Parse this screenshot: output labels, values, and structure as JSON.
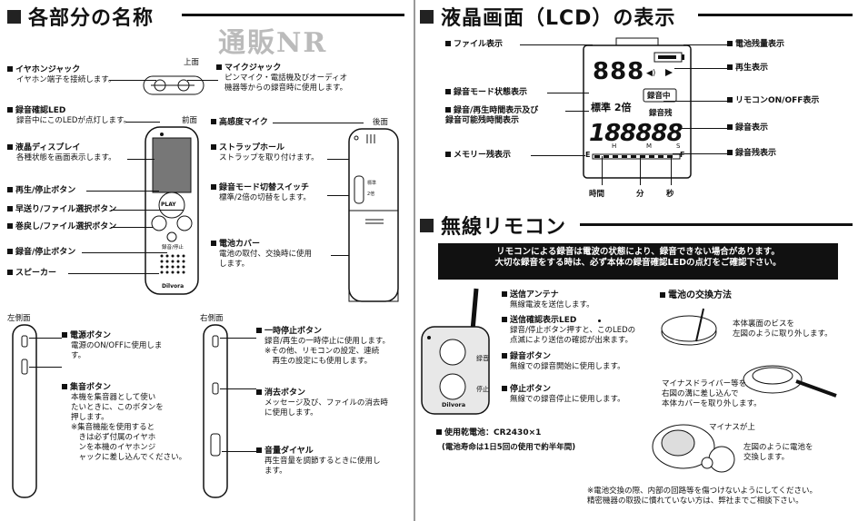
{
  "left": {
    "title": "各部分の名称",
    "watermark": "通販NR",
    "views": {
      "top": "上面",
      "front": "前面",
      "back": "後面",
      "left_side": "左側面",
      "right_side": "右側面"
    },
    "device_labels": {
      "play": "PLAY",
      "rec_stop": "録音/停止",
      "brand": "Dilvora",
      "switch_std": "標準",
      "switch_2x": "2倍"
    },
    "parts": {
      "earphone": {
        "label": "イヤホンジャック",
        "desc": "イヤホン端子を接続します。"
      },
      "mic_jack": {
        "label": "マイクジャック",
        "desc": "ピンマイク・電話機及びオーディオ\n機器等からの録音時に使用します。"
      },
      "rec_led": {
        "label": "録音確認LED",
        "desc": "録音中にこのLEDが点灯します。"
      },
      "hs_mic": {
        "label": "高感度マイク"
      },
      "lcd": {
        "label": "液晶ディスプレイ",
        "desc": "各種状態を画面表示します。"
      },
      "strap": {
        "label": "ストラップホール",
        "desc": "ストラップを取り付けます。"
      },
      "play_stop": {
        "label": "再生/停止ボタン"
      },
      "ff": {
        "label": "早送り/ファイル選択ボタン"
      },
      "mode_switch": {
        "label": "録音モード切替スイッチ",
        "desc": "標準/2倍の切替をします。"
      },
      "rew": {
        "label": "巻戻し/ファイル選択ボタン"
      },
      "rec_stop": {
        "label": "録音/停止ボタン"
      },
      "battery_cover": {
        "label": "電池カバー",
        "desc": "電池の取付、交換時に使用\nします。"
      },
      "speaker": {
        "label": "スピーカー"
      },
      "power": {
        "label": "電源ボタン",
        "desc": "電源のON/OFFに使用しま\nす。"
      },
      "pause": {
        "label": "一時停止ボタン",
        "desc": "録音/再生の一時停止に使用します。\n※その他、リモコンの設定、連続\n　再生の設定にも使用します。"
      },
      "collect": {
        "label": "集音ボタン",
        "desc": "本機を集音器として使い\nたいときに、このボタンを\n押します。\n※集音機能を使用すると\n　きは必ず付属のイヤホ\n　ンを本機のイヤホンジ\n　ャックに差し込んでください。"
      },
      "erase": {
        "label": "消去ボタン",
        "desc": "メッセージ及び、ファイルの消去時\nに使用します。"
      },
      "volume": {
        "label": "音量ダイヤル",
        "desc": "再生音量を調節するときに使用し\nます。"
      }
    }
  },
  "right": {
    "lcd_title": "液晶画面（LCD）の表示",
    "lcd_labels": {
      "file": "ファイル表示",
      "battery": "電池残量表示",
      "play": "再生表示",
      "rec_mode": "録音モード状態表示",
      "remote": "リモコンON/OFF表示",
      "rec_time": "録音/再生時間表示及び\n録音可能残時間表示",
      "rec": "録音表示",
      "memory": "メモリー残表示",
      "rec_remain": "録音残表示"
    },
    "lcd_screen": {
      "file_digits": "888",
      "mode_text": "標準 2倍",
      "rec_badge": "録音中",
      "remain_text": "録音残",
      "time_digits": "188888",
      "h": "H",
      "m": "M",
      "s": "S",
      "e": "E",
      "f": "F"
    },
    "time_units": {
      "hour": "時間",
      "minute": "分",
      "second": "秒"
    },
    "remote_title": "無線リモコン",
    "banner": "リモコンによる録音は電波の状態により、録音できない場合があります。\n大切な録音をする時は、必ず本体の録音確認LEDの点灯をご確認下さい。",
    "remote_device": {
      "rec": "録音",
      "stop": "停止",
      "brand": "Dilvora"
    },
    "remote_parts": {
      "antenna": {
        "label": "送信アンテナ",
        "desc": "無線電波を送信します。"
      },
      "tx_led": {
        "label": "送信確認表示LED",
        "desc": "録音/停止ボタン押すと、このLEDの\n点滅により送信の確認が出来ます。"
      },
      "rec_btn": {
        "label": "録音ボタン",
        "desc": "無線での録音開始に使用します。"
      },
      "stop_btn": {
        "label": "停止ボタン",
        "desc": "無線での録音停止に使用します。"
      }
    },
    "battery_type": {
      "label": "使用乾電池：CR2430×1",
      "note": "(電池寿命は1日5回の使用で約半年間)"
    },
    "battery_change": {
      "title": "電池の交換方法",
      "step1": "本体裏面のビスを\n左図のように取り外します。",
      "step2": "マイナスドライバー等を\n右図の溝に差し込んで\n本体カバーを取り外します。",
      "plus_up": "マイナスが上",
      "step3": "左図のように電池を\n交換します。"
    },
    "footnote": "※電池交換の際、内部の回路等を傷つけないようにしてください。\n精密機器の取扱に慣れていない方は、弊社までご相談下さい。"
  }
}
